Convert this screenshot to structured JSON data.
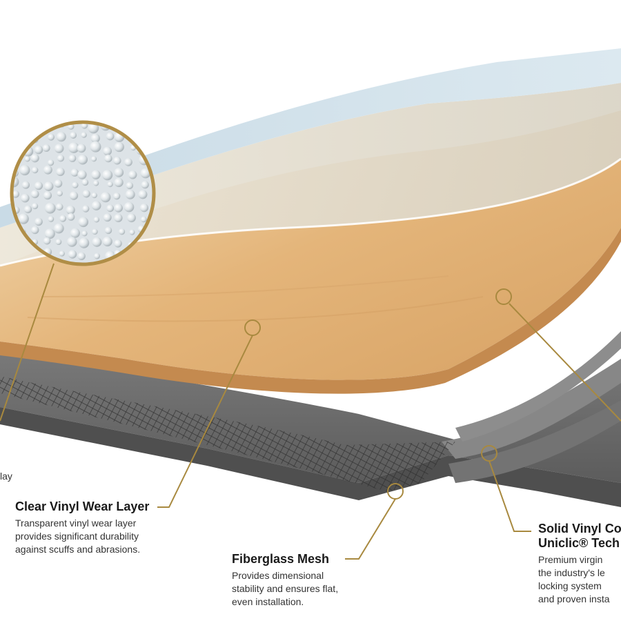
{
  "overlay_fragment": "lay",
  "colors": {
    "callout": "#a8893f",
    "ring": "#b08e47",
    "wood": "#e2b47a",
    "core": "#6a6a6a",
    "mesh": "#2e2e2e",
    "top_film": "#cfe0ea"
  },
  "callouts": {
    "wear_layer": {
      "title": "Clear Vinyl Wear Layer",
      "desc": [
        "Transparent vinyl wear layer",
        "provides significant durability",
        "against scuffs and abrasions."
      ]
    },
    "fiberglass": {
      "title": "Fiberglass Mesh",
      "desc": [
        "Provides dimensional",
        "stability and ensures flat,",
        "even installation."
      ]
    },
    "core": {
      "title_lines": [
        "Solid Vinyl Co",
        "Uniclic® Tech"
      ],
      "desc": [
        "Premium virgin",
        "the industry's le",
        "locking system",
        "and proven insta"
      ]
    }
  }
}
